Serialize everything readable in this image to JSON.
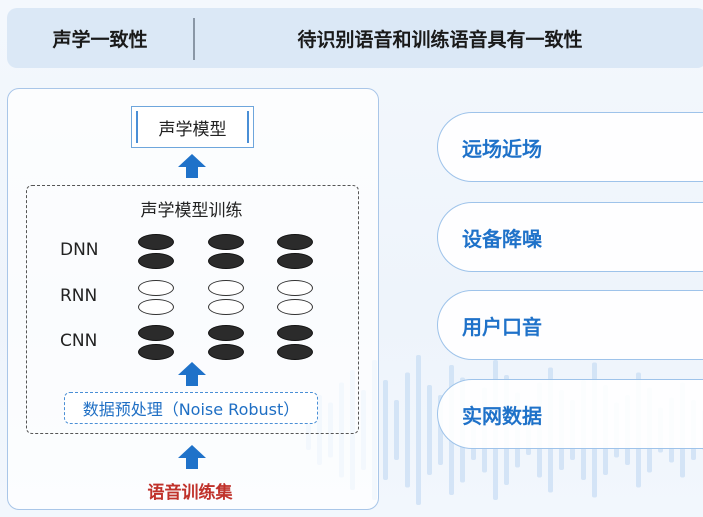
{
  "header": {
    "title": "声学一致性",
    "subtitle": "待识别语音和训练语音具有一致性"
  },
  "diagram": {
    "model_label": "声学模型",
    "training_title": "声学模型训练",
    "layers": [
      {
        "label": "DNN",
        "fill": "dark"
      },
      {
        "label": "RNN",
        "fill": "light"
      },
      {
        "label": "CNN",
        "fill": "dark"
      }
    ],
    "preprocess_label": "数据预处理（Noise Robust）",
    "dataset_label": "语音训练集"
  },
  "factors": [
    {
      "label": "远场近场"
    },
    {
      "label": "设备降噪"
    },
    {
      "label": "用户口音"
    },
    {
      "label": "实网数据"
    }
  ],
  "colors": {
    "accent_blue": "#1f72c9",
    "dataset_red": "#c0322b",
    "header_bg": "#dbe8f6"
  }
}
